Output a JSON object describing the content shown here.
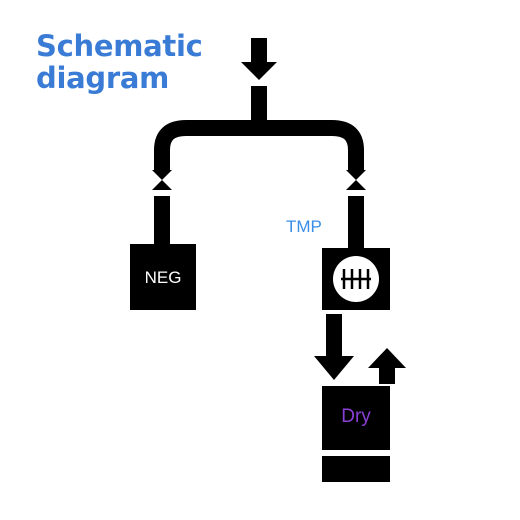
{
  "title": {
    "line1": "Schematic",
    "line2": "diagram"
  },
  "diagram": {
    "neg_label": "NEG",
    "tmp_label": "TMP",
    "dry_label": "Dry",
    "pump_icon": "turbo-pump-icon"
  },
  "colors": {
    "title": "#3a7bd5",
    "pipe": "#000000",
    "tmp_label": "#3a8ee6",
    "dry_label": "#8a3fd6",
    "neg_label": "#ffffff"
  }
}
